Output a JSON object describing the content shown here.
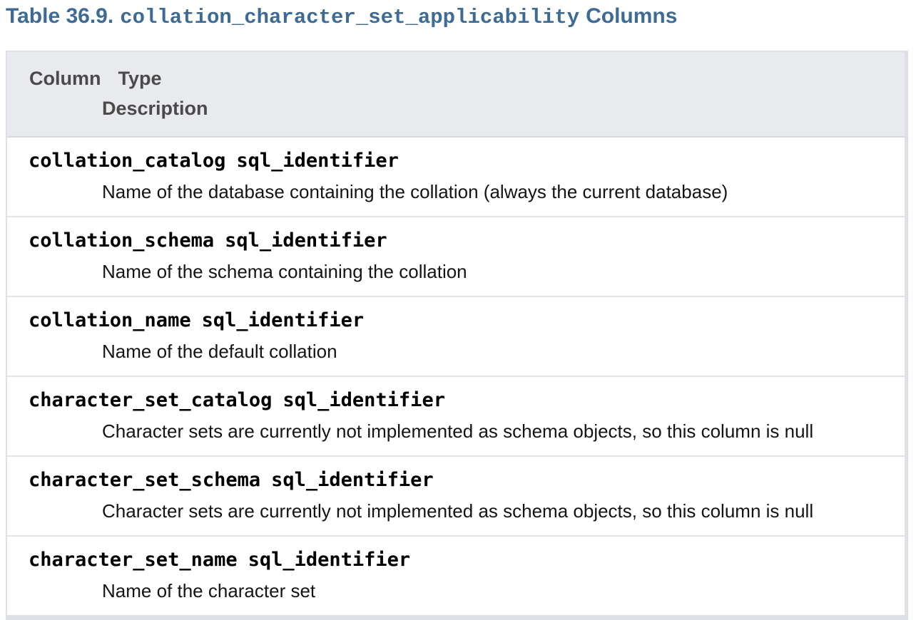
{
  "caption": {
    "prefix": "Table 36.9.",
    "table_name": "collation_character_set_applicability",
    "suffix": "Columns"
  },
  "table": {
    "header": {
      "column_label": "Column",
      "type_label": "Type",
      "description_label": "Description"
    },
    "rows": [
      {
        "column": "collation_catalog",
        "type": "sql_identifier",
        "description": "Name of the database containing the collation (always the current database)"
      },
      {
        "column": "collation_schema",
        "type": "sql_identifier",
        "description": "Name of the schema containing the collation"
      },
      {
        "column": "collation_name",
        "type": "sql_identifier",
        "description": "Name of the default collation"
      },
      {
        "column": "character_set_catalog",
        "type": "sql_identifier",
        "description": "Character sets are currently not implemented as schema objects, so this column is null"
      },
      {
        "column": "character_set_schema",
        "type": "sql_identifier",
        "description": "Character sets are currently not implemented as schema objects, so this column is null"
      },
      {
        "column": "character_set_name",
        "type": "sql_identifier",
        "description": "Name of the character set"
      }
    ]
  },
  "colors": {
    "title_blue": "#3d6b96",
    "header_bg": "#e8eaed",
    "table_border": "#dde1e6",
    "row_separator": "#dfe2e6",
    "header_text": "#4a4a4a"
  }
}
